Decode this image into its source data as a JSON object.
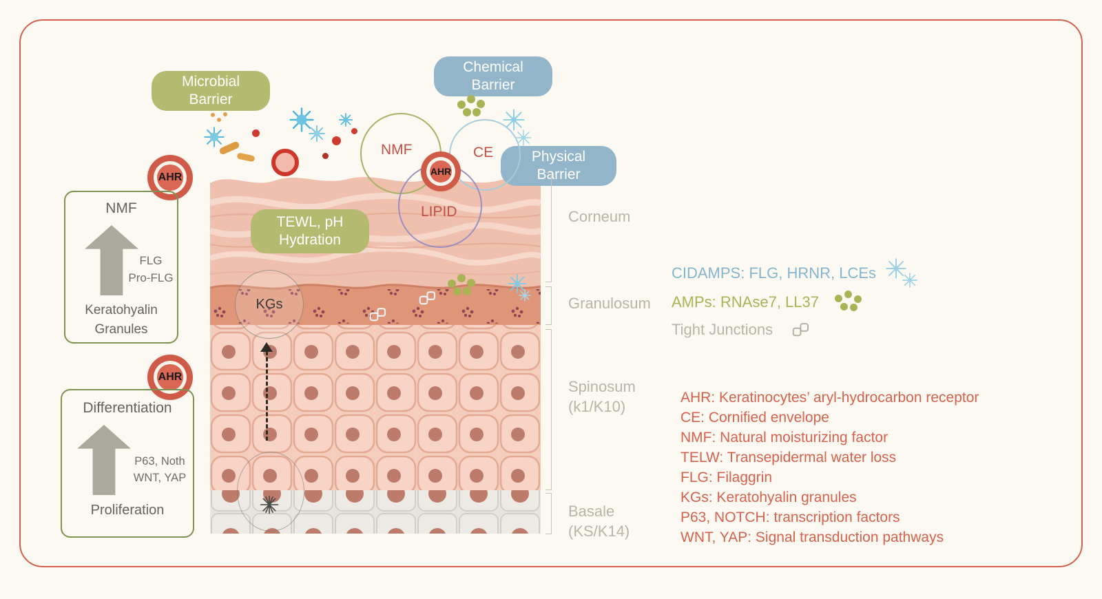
{
  "pills": {
    "microbial": {
      "line1": "Microbial",
      "line2": "Barrier"
    },
    "chemical": {
      "line1": "Chemical",
      "line2": "Barrier"
    },
    "physical": {
      "line1": "Physical",
      "line2": "Barrier"
    },
    "tewl": {
      "line1": "TEWL, pH",
      "line2": "Hydration"
    }
  },
  "circles": {
    "nmf": "NMF",
    "ce": "CE",
    "lipid": "LIPID",
    "kgs": "KGs",
    "ahr": "AHR"
  },
  "left_panels": {
    "nmf_box": {
      "title": "NMF",
      "arrow_line1": "FLG",
      "arrow_line2": "Pro-FLG",
      "bottom_line1": "Keratohyalin",
      "bottom_line2": "Granules"
    },
    "diff_box": {
      "title": "Differentiation",
      "arrow_line1": "P63, Noth",
      "arrow_line2": "WNT, YAP",
      "bottom": "Proliferation"
    }
  },
  "layers": [
    {
      "label": "Corneum",
      "sub": ""
    },
    {
      "label": "Granulosum",
      "sub": ""
    },
    {
      "label": "Spinosum",
      "sub": "(k1/K10)"
    },
    {
      "label": "Basale",
      "sub": "(KS/K14)"
    }
  ],
  "legend": {
    "cidamps": "CIDAMPS: FLG, HRNR, LCEs",
    "amps": "AMPs: RNAse7, LL37",
    "tight_junctions": "Tight Junctions",
    "abbreviations": [
      "AHR: Keratinocytes’ aryl-hydrocarbon receptor",
      "CE: Cornified envelope",
      "NMF: Natural moisturizing factor",
      "TELW: Transepidermal water loss",
      "FLG: Filaggrin",
      "KGs: Keratohyalin granules",
      "P63, NOTCH: transcription factors",
      "WNT, YAP: Signal transduction pathways"
    ]
  },
  "colors": {
    "accent_red": "#d4624e",
    "olive": "#b4ba70",
    "blue": "#92b5c9",
    "legend_blue": "#85b5cd",
    "legend_olive": "#a9b356",
    "text_gray": "#b9b3a8"
  }
}
